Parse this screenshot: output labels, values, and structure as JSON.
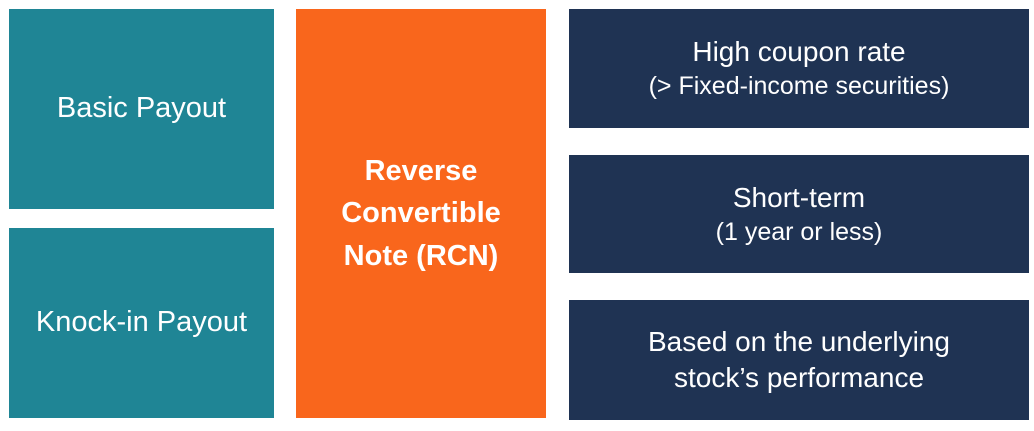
{
  "colors": {
    "teal": "#1F8595",
    "orange": "#F9661C",
    "navy": "#1F3353",
    "text": "#FFFFFF",
    "background": "#FFFFFF"
  },
  "center": {
    "label": "Reverse Convertible Note (RCN)"
  },
  "left_boxes": [
    {
      "label": "Basic Payout"
    },
    {
      "label": "Knock-in Payout"
    }
  ],
  "right_boxes": [
    {
      "title": "High coupon rate",
      "subtitle": "(> Fixed-income securities)"
    },
    {
      "title": "Short-term",
      "subtitle": "(1 year or less)"
    },
    {
      "title": "Based on the underlying stock’s performance",
      "subtitle": ""
    }
  ]
}
